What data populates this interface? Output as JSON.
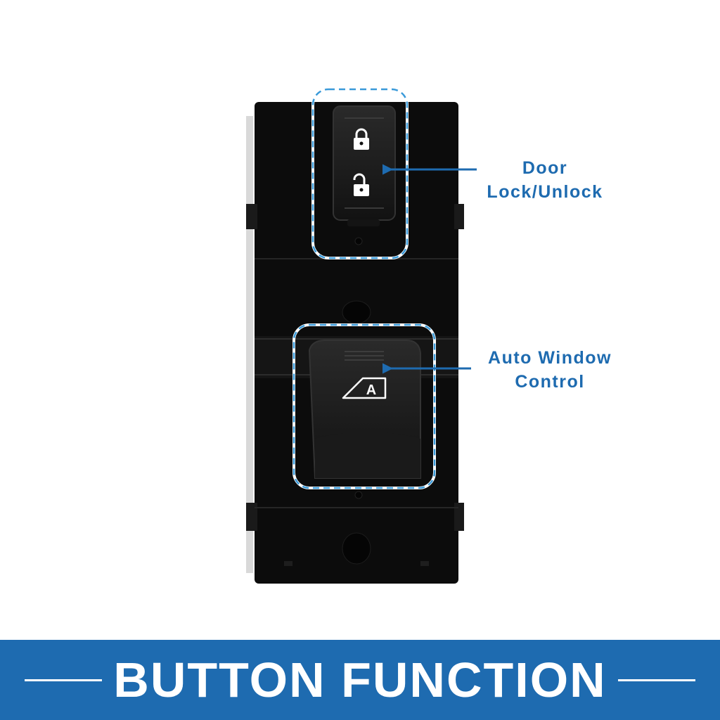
{
  "callouts": {
    "door_lock": {
      "line1": "Door",
      "line2": "Lock/Unlock"
    },
    "auto_window": {
      "line1": "Auto Window",
      "line2": "Control"
    }
  },
  "window_button": {
    "glyph": "A"
  },
  "banner": {
    "title": "BUTTON FUNCTION"
  },
  "colors": {
    "accent": "#1e6bb0",
    "panel": "#0c0c0c",
    "dash": "#3a9ad9"
  },
  "icons": [
    "lock-closed-icon",
    "lock-open-icon",
    "auto-window-icon",
    "arrow-left-icon"
  ]
}
